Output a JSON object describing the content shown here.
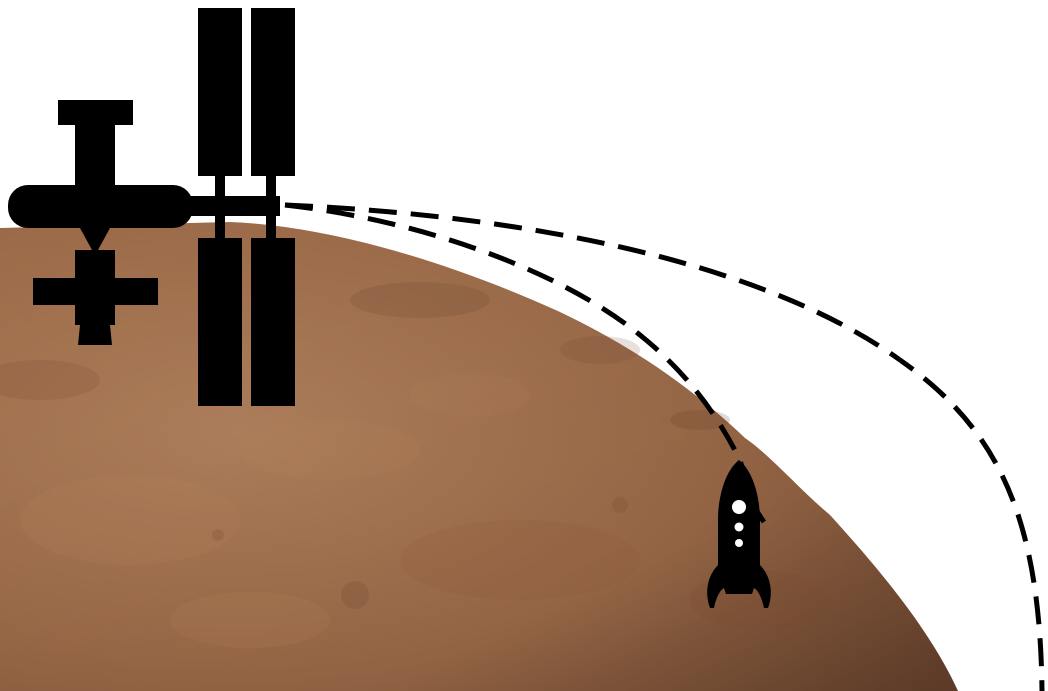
{
  "scene": {
    "background_color": "#ffffff",
    "planet": {
      "icon": "planet-surface",
      "base_color": "#9b6a48",
      "highlight_color": "#b98760",
      "shadow_color": "#6e4731"
    },
    "station": {
      "icon": "space-station-icon",
      "color": "#000000"
    },
    "rocket": {
      "icon": "rocket-icon",
      "color": "#000000"
    },
    "trajectories": [
      {
        "name": "inner-transfer-path",
        "style": "dashed",
        "color": "#000000"
      },
      {
        "name": "outer-transfer-path",
        "style": "dashed",
        "color": "#000000"
      }
    ]
  }
}
